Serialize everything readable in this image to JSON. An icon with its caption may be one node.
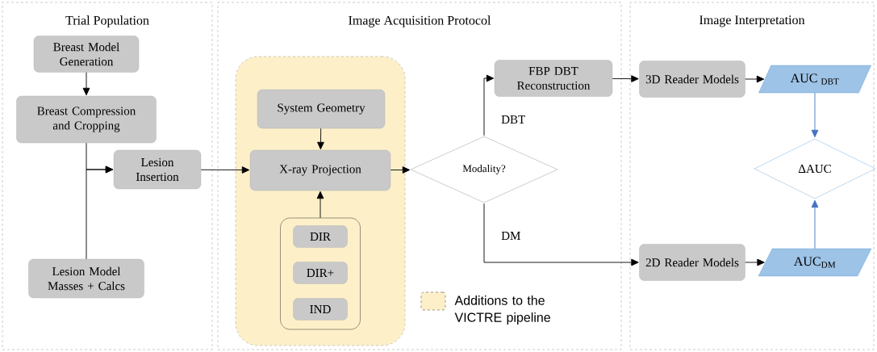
{
  "diagram": {
    "nodes": [
      {
        "text": [
          "Trial Population"
        ]
      },
      {
        "text": [
          "Breast Model Generation"
        ],
        "in": 0
      },
      {
        "text": [
          "Breast Compression and Cropping"
        ],
        "in": 0
      },
      {
        "text": [
          "Lesion Insertion"
        ],
        "in": 0
      },
      {
        "text": [
          "Lesion Model Masses + Calcs"
        ],
        "in": 0
      },
      {
        "text": [
          "Image Acquisition Protocol"
        ]
      },
      {
        "text": [],
        "shape": "box",
        "in": 5
      },
      {
        "text": [
          "System Geometry"
        ],
        "in": 6
      },
      {
        "text": [
          "X-ray Projection"
        ],
        "in": 6
      },
      {
        "text": [],
        "shape": "box",
        "in": 6
      },
      {
        "text": [
          "DIR"
        ],
        "in": 9
      },
      {
        "text": [
          "DIR+"
        ],
        "in": 9
      },
      {
        "text": [
          "IND"
        ],
        "in": 9
      },
      {
        "text": [
          "Modality?"
        ],
        "in": 5
      },
      {
        "text": [
          "FBP DBT Reconstruction"
        ],
        "in": 5
      },
      {
        "text": [
          "Image Interpretation"
        ]
      },
      {
        "text": [
          "3D Reader Models"
        ],
        "in": 15
      },
      {
        "text": [
          "AUC $_{DBT}$"
        ],
        "in": 15
      },
      {
        "text": [
          "ΔAUC"
        ],
        "in": 15
      },
      {
        "text": [
          "2D Reader Models"
        ],
        "in": 15
      },
      {
        "text": [
          "AUC$_{DM}$"
        ],
        "in": 15
      }
    ],
    "edges": [
      {
        "from": 1,
        "to": 2,
        "arrow": "to"
      },
      {
        "from": 2,
        "to": 3,
        "arrow": "to"
      },
      {
        "from": 4,
        "to": 3,
        "arrow": "to"
      },
      {
        "from": 3,
        "to": 8,
        "arrow": "to"
      },
      {
        "from": 7,
        "to": 8,
        "arrow": "to"
      },
      {
        "from": 9,
        "to": 8,
        "arrow": "to"
      },
      {
        "from": 8,
        "to": 13,
        "arrow": "to"
      },
      {
        "from": 13,
        "to": 14,
        "arrow": "to",
        "label": "DBT"
      },
      {
        "from": 13,
        "to": 19,
        "arrow": "to",
        "label": "DM"
      },
      {
        "from": 14,
        "to": 16,
        "arrow": "to"
      },
      {
        "from": 16,
        "to": 17,
        "arrow": "to"
      },
      {
        "from": 19,
        "to": 20,
        "arrow": "to"
      },
      {
        "from": 17,
        "to": 18,
        "arrow": "to",
        "color": "#4472c4"
      },
      {
        "from": 20,
        "to": 18,
        "arrow": "to",
        "color": "#4472c4"
      }
    ],
    "legend": [
      {
        "text": "Additions to the VICTRE pipeline",
        "color": "#fdf0c9"
      }
    ]
  }
}
